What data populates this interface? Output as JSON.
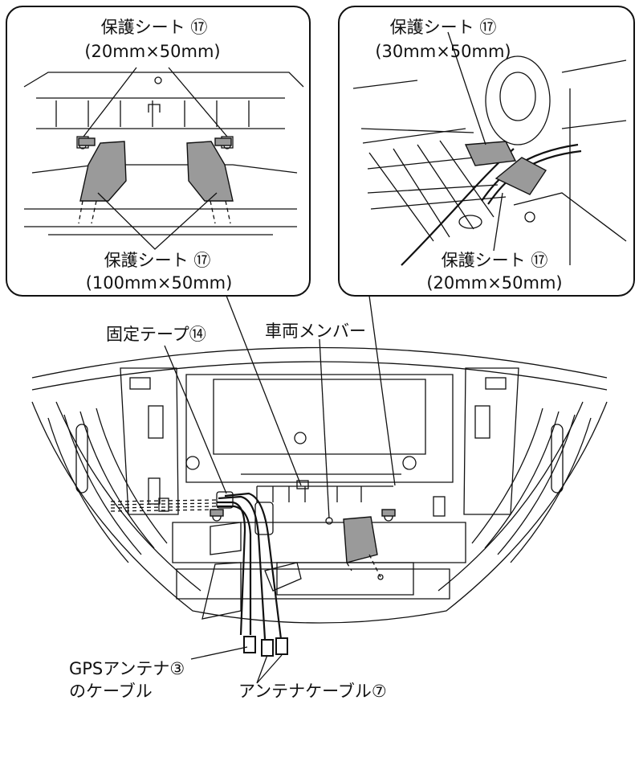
{
  "inset_left": {
    "top_sheet_label": "保護シート ⑰",
    "top_sheet_size": "(20mm×50mm)",
    "bottom_sheet_label": "保護シート ⑰",
    "bottom_sheet_size": "(100mm×50mm)"
  },
  "inset_right": {
    "top_sheet_label": "保護シート ⑰",
    "top_sheet_size": "(30mm×50mm)",
    "bottom_sheet_label": "保護シート ⑰",
    "bottom_sheet_size": "(20mm×50mm)"
  },
  "main": {
    "fixing_tape_label": "固定テープ⑭",
    "vehicle_member_label": "車両メンバー",
    "gps_cable_label_line1": "GPSアンテナ③",
    "gps_cable_label_line2": "のケーブル",
    "antenna_cable_label": "アンテナケーブル⑦"
  }
}
